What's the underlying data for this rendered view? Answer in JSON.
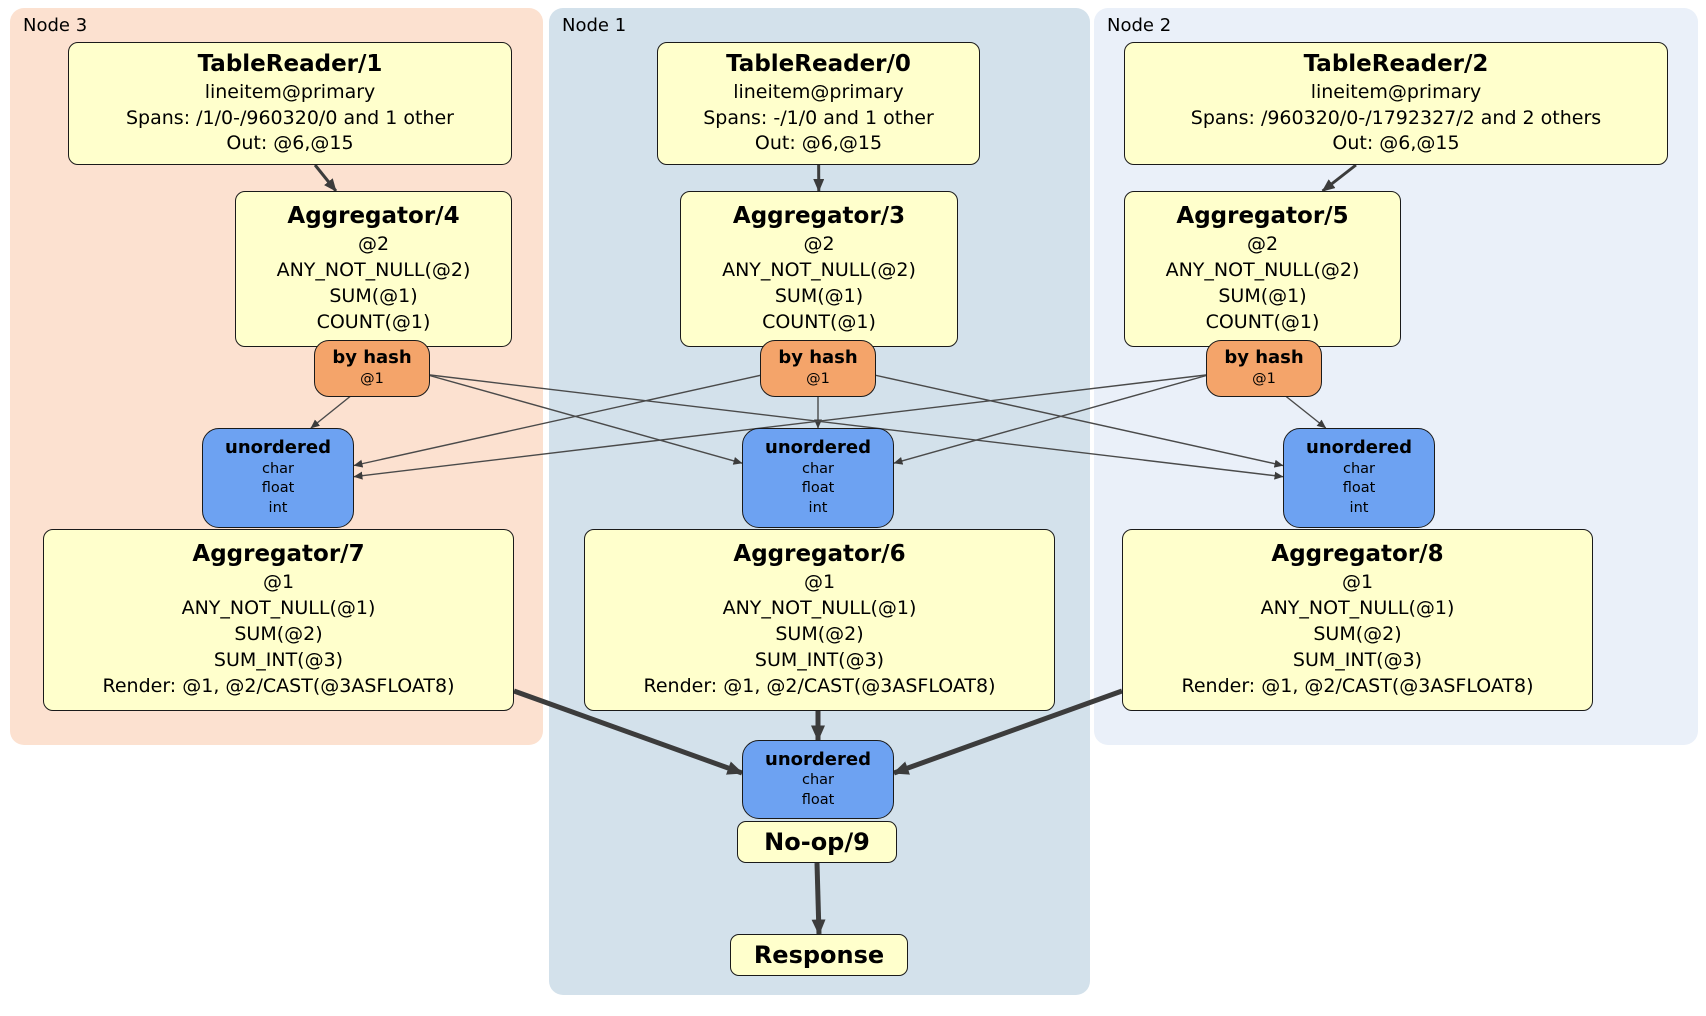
{
  "groups": {
    "node3": {
      "label": "Node 3"
    },
    "node1": {
      "label": "Node 1"
    },
    "node2": {
      "label": "Node 2"
    }
  },
  "boxes": {
    "tr1": {
      "title": "TableReader/1",
      "lines": [
        "lineitem@primary",
        "Spans: /1/0-/960320/0 and 1 other",
        "Out: @6,@15"
      ]
    },
    "tr0": {
      "title": "TableReader/0",
      "lines": [
        "lineitem@primary",
        "Spans: -/1/0 and 1 other",
        "Out: @6,@15"
      ]
    },
    "tr2": {
      "title": "TableReader/2",
      "lines": [
        "lineitem@primary",
        "Spans: /960320/0-/1792327/2 and 2 others",
        "Out: @6,@15"
      ]
    },
    "agg4": {
      "title": "Aggregator/4",
      "lines": [
        "@2",
        "ANY_NOT_NULL(@2)",
        "SUM(@1)",
        "COUNT(@1)"
      ]
    },
    "agg3": {
      "title": "Aggregator/3",
      "lines": [
        "@2",
        "ANY_NOT_NULL(@2)",
        "SUM(@1)",
        "COUNT(@1)"
      ]
    },
    "agg5": {
      "title": "Aggregator/5",
      "lines": [
        "@2",
        "ANY_NOT_NULL(@2)",
        "SUM(@1)",
        "COUNT(@1)"
      ]
    },
    "hash4": {
      "title": "by hash",
      "lines": [
        "@1"
      ]
    },
    "hash3": {
      "title": "by hash",
      "lines": [
        "@1"
      ]
    },
    "hash5": {
      "title": "by hash",
      "lines": [
        "@1"
      ]
    },
    "sync7": {
      "title": "unordered",
      "lines": [
        "char",
        "float",
        "int"
      ]
    },
    "sync6": {
      "title": "unordered",
      "lines": [
        "char",
        "float",
        "int"
      ]
    },
    "sync8": {
      "title": "unordered",
      "lines": [
        "char",
        "float",
        "int"
      ]
    },
    "agg7": {
      "title": "Aggregator/7",
      "lines": [
        "@1",
        "ANY_NOT_NULL(@1)",
        "SUM(@2)",
        "SUM_INT(@3)",
        "Render: @1, @2/CAST(@3ASFLOAT8)"
      ]
    },
    "agg6": {
      "title": "Aggregator/6",
      "lines": [
        "@1",
        "ANY_NOT_NULL(@1)",
        "SUM(@2)",
        "SUM_INT(@3)",
        "Render: @1, @2/CAST(@3ASFLOAT8)"
      ]
    },
    "agg8": {
      "title": "Aggregator/8",
      "lines": [
        "@1",
        "ANY_NOT_NULL(@1)",
        "SUM(@2)",
        "SUM_INT(@3)",
        "Render: @1, @2/CAST(@3ASFLOAT8)"
      ]
    },
    "syncfinal": {
      "title": "unordered",
      "lines": [
        "char",
        "float"
      ]
    },
    "noop": {
      "title": "No-op/9"
    },
    "response": {
      "title": "Response"
    }
  },
  "edges": [
    {
      "from": "tr1",
      "to": "agg4",
      "style": "reader"
    },
    {
      "from": "tr0",
      "to": "agg3",
      "style": "reader"
    },
    {
      "from": "tr2",
      "to": "agg5",
      "style": "reader"
    },
    {
      "from": "hash4",
      "to": "sync7",
      "style": "mesh"
    },
    {
      "from": "hash4",
      "to": "sync6",
      "style": "mesh"
    },
    {
      "from": "hash4",
      "to": "sync8",
      "style": "mesh"
    },
    {
      "from": "hash3",
      "to": "sync7",
      "style": "mesh"
    },
    {
      "from": "hash3",
      "to": "sync6",
      "style": "mesh"
    },
    {
      "from": "hash3",
      "to": "sync8",
      "style": "mesh"
    },
    {
      "from": "hash5",
      "to": "sync7",
      "style": "mesh"
    },
    {
      "from": "hash5",
      "to": "sync6",
      "style": "mesh"
    },
    {
      "from": "hash5",
      "to": "sync8",
      "style": "mesh"
    },
    {
      "from": "agg7",
      "to": "syncfinal",
      "style": "flow"
    },
    {
      "from": "agg6",
      "to": "syncfinal",
      "style": "flow"
    },
    {
      "from": "agg8",
      "to": "syncfinal",
      "style": "flow"
    },
    {
      "from": "noop",
      "to": "response",
      "style": "straight"
    }
  ],
  "colors": {
    "node3_bg": "#fce1d0",
    "node1_bg": "#d3e1eb",
    "node2_bg": "#eaf0f9",
    "processor_bg": "#ffffcc",
    "router_bg": "#f4a46a",
    "sync_bg": "#6da2f2",
    "edge": "#3c3c3c"
  }
}
